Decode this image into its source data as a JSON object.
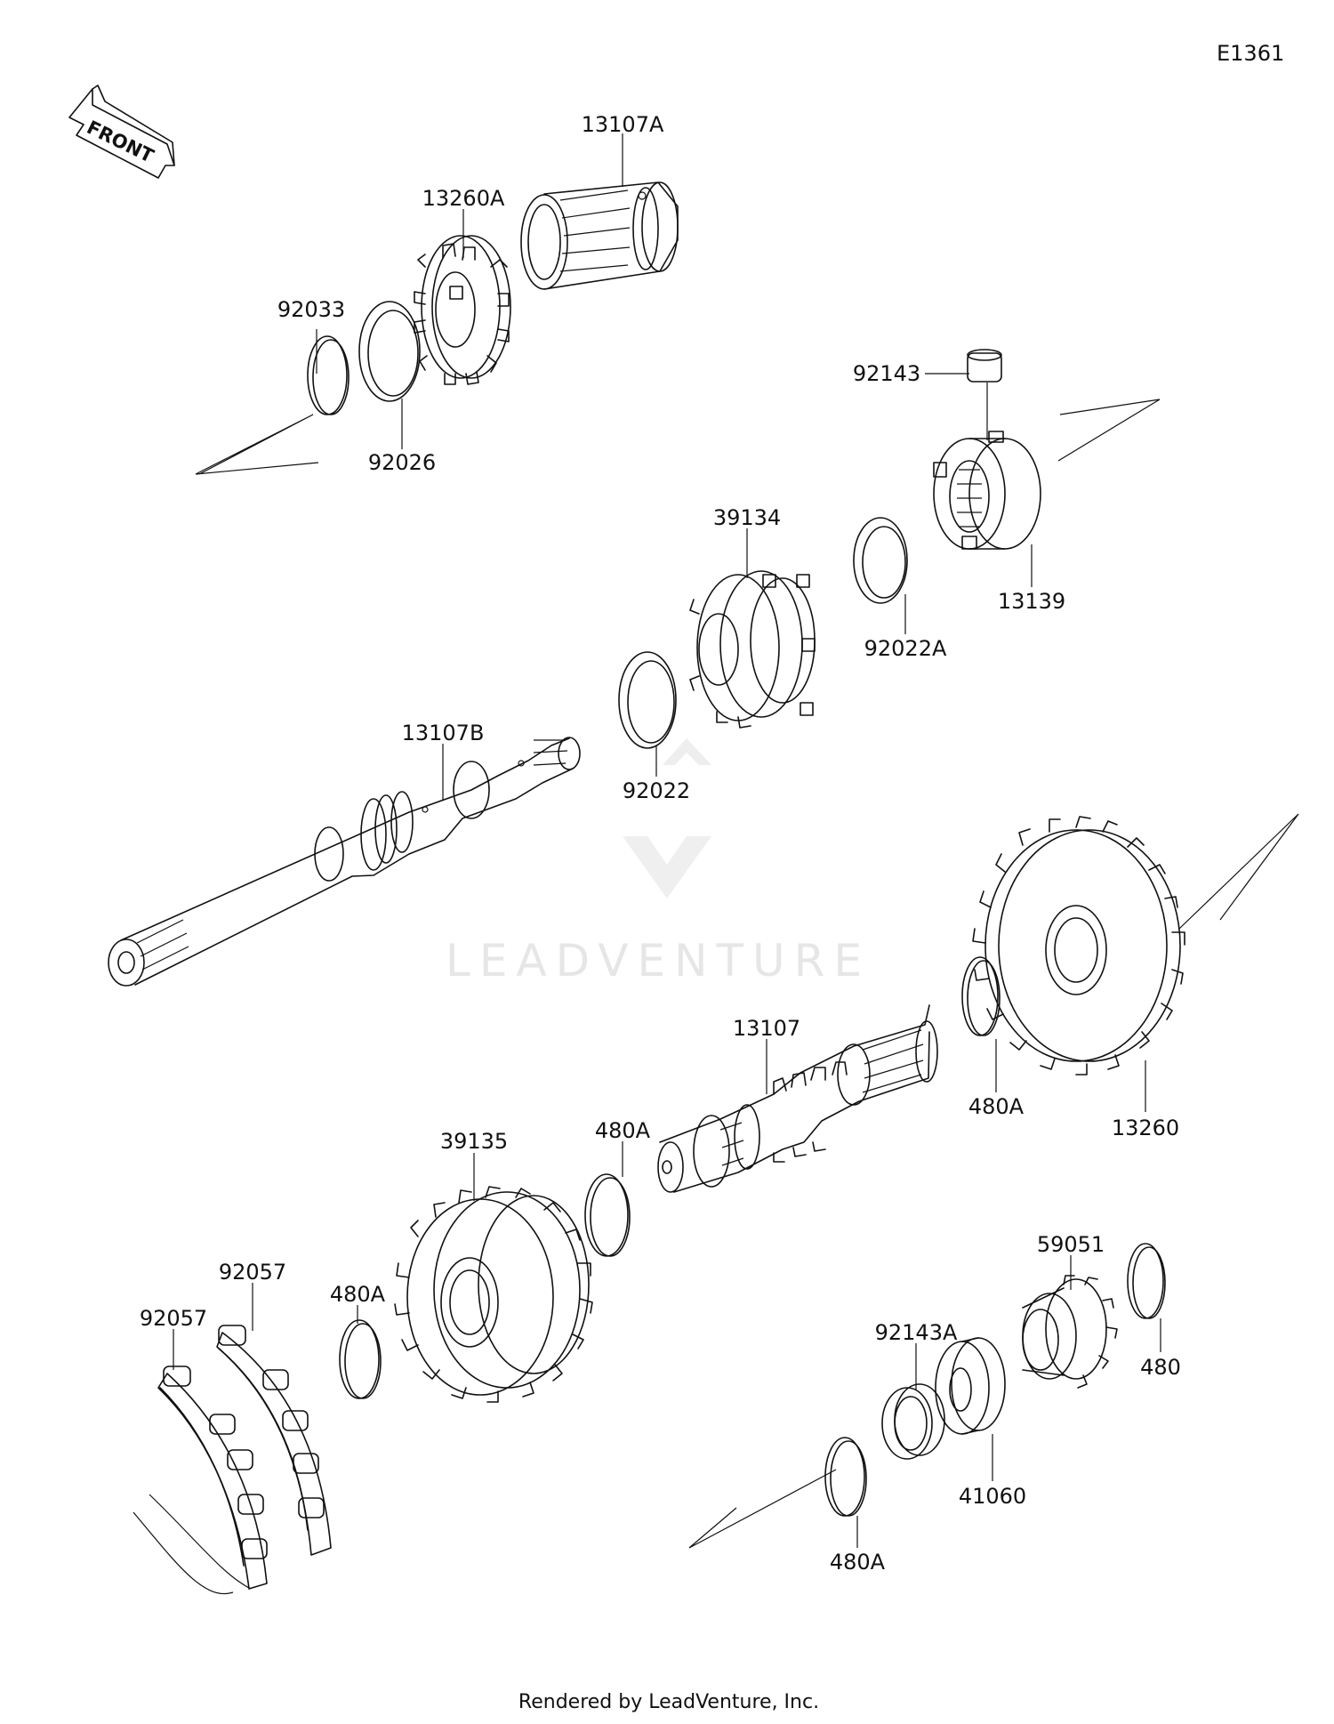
{
  "diagram_code": "E1361",
  "front_arrow_text": "FRONT",
  "watermark": "LEADVENTURE",
  "footer": "Rendered by LeadVenture, Inc.",
  "parts": {
    "p13107A": "13107A",
    "p13260A": "13260A",
    "p92033": "92033",
    "p92026": "92026",
    "p92143": "92143",
    "p13139": "13139",
    "p39134": "39134",
    "p92022A": "92022A",
    "p92022": "92022",
    "p13107B": "13107B",
    "p13260": "13260",
    "p480A_right": "480A",
    "p13107": "13107",
    "p39135": "39135",
    "p480A_mid": "480A",
    "p480A_left": "480A",
    "p92057_a": "92057",
    "p92057_b": "92057",
    "p59051": "59051",
    "p92143A": "92143A",
    "p480": "480",
    "p41060": "41060",
    "p480A_bottom": "480A"
  }
}
